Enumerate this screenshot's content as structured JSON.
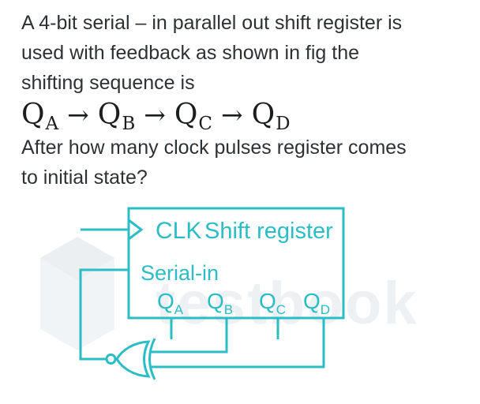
{
  "colors": {
    "accent_teal": "#2BBDC5",
    "question_text": "#2E3134",
    "formula_text": "#1B1D1F",
    "watermark_gray": "#EDF1F3"
  },
  "question": {
    "before_formula": [
      "A 4-bit serial – in parallel out shift register is",
      "used with feedback as shown in fig the",
      "shifting sequence is"
    ],
    "after_formula": [
      "After how many clock pulses register comes",
      "to initial state?"
    ]
  },
  "formula": {
    "arrow": "→",
    "terms": [
      {
        "base": "Q",
        "sub": "A"
      },
      {
        "base": "Q",
        "sub": "B"
      },
      {
        "base": "Q",
        "sub": "C"
      },
      {
        "base": "Q",
        "sub": "D"
      }
    ]
  },
  "diagram": {
    "clk_label": "CLK",
    "box_title": "Shift register",
    "serial_in_label": "Serial-in",
    "outputs": [
      {
        "base": "Q",
        "sub": "A"
      },
      {
        "base": "Q",
        "sub": "B"
      },
      {
        "base": "Q",
        "sub": "C"
      },
      {
        "base": "Q",
        "sub": "D"
      }
    ],
    "gate_type": "xnor",
    "watermark_text": "testbook"
  }
}
